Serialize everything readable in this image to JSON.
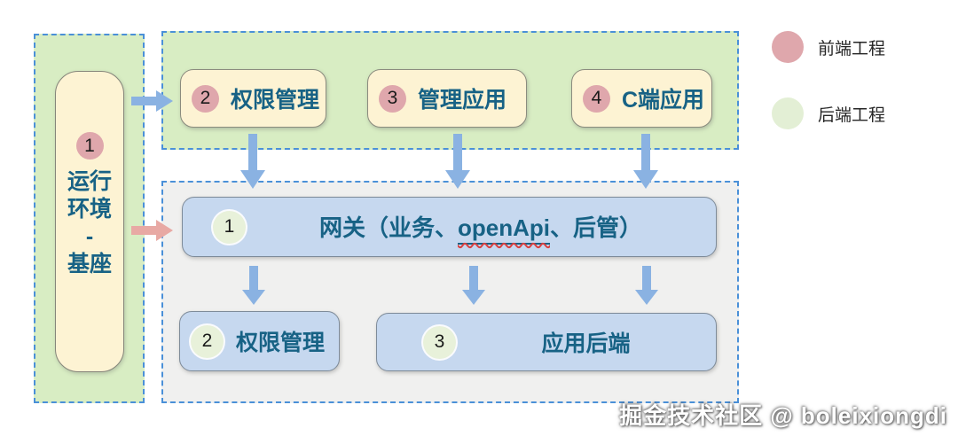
{
  "diagram": {
    "base_zone": {
      "node": {
        "number": "1",
        "label_lines": [
          "运行",
          "环境",
          "-",
          "基座"
        ]
      }
    },
    "frontend_zone": {
      "nodes": [
        {
          "number": "2",
          "label": "权限管理"
        },
        {
          "number": "3",
          "label": "管理应用"
        },
        {
          "number": "4",
          "label": "C端应用"
        }
      ]
    },
    "backend_zone": {
      "gateway": {
        "number": "1",
        "label_prefix": "网关（业务、",
        "label_highlight": "openApi",
        "label_suffix": "、后管）"
      },
      "nodes": [
        {
          "number": "2",
          "label": "权限管理"
        },
        {
          "number": "3",
          "label": "应用后端"
        }
      ]
    }
  },
  "legend": {
    "items": [
      {
        "label": "前端工程",
        "color": "#dfa7ac"
      },
      {
        "label": "后端工程",
        "color": "#e3efd5"
      }
    ]
  },
  "watermark": "掘金技术社区 @ boleixiongdi",
  "colors": {
    "zone_green": "#d8edc3",
    "zone_gray": "#f0f0ef",
    "dashed_border": "#4a90d8",
    "frontend_node_fill": "#fdf3d3",
    "backend_node_fill": "#c6d8ef",
    "frontend_badge": "#dfa7ac",
    "backend_badge": "#e8f1da",
    "arrow_blue": "#8ab2e2",
    "arrow_pink": "#e8a9a4",
    "label_text": "#176285",
    "spellcheck_underline": "#d94040"
  }
}
